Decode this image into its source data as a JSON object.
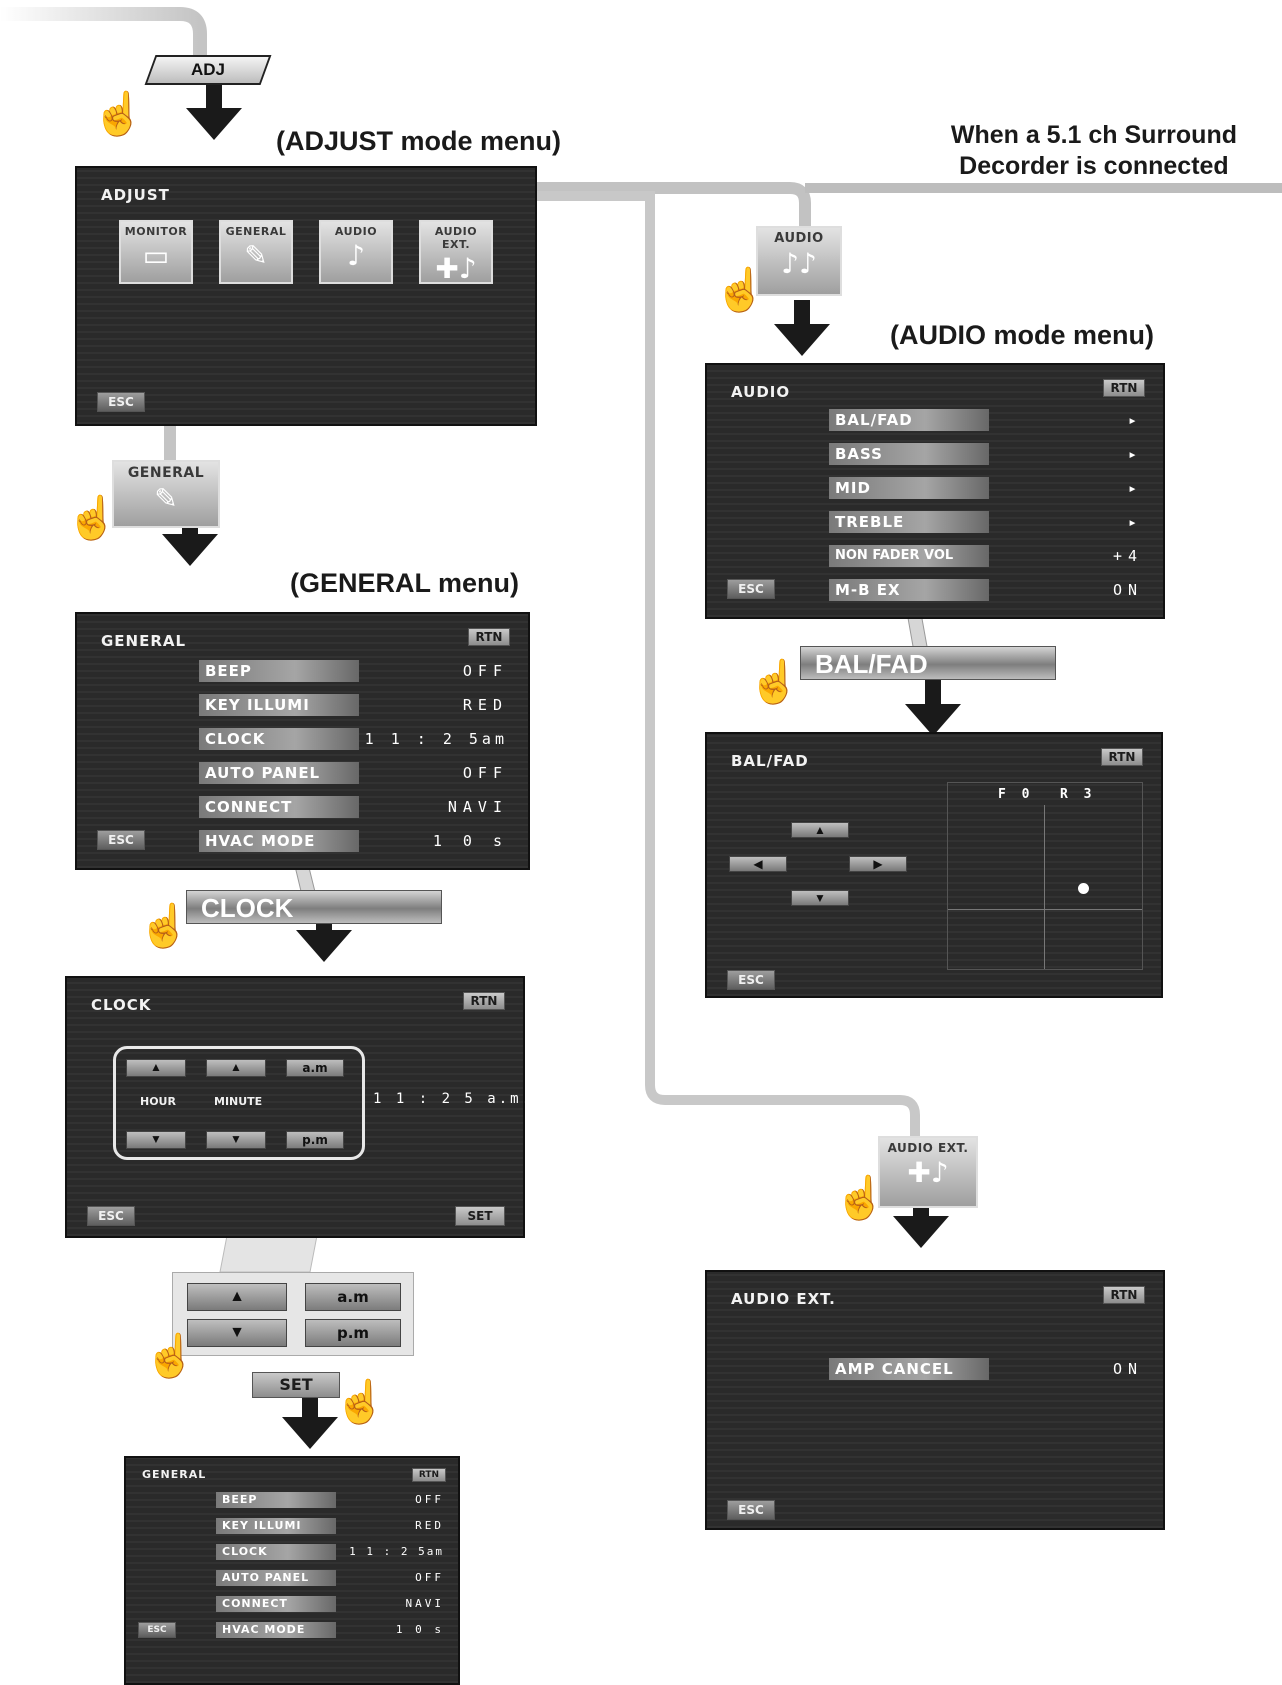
{
  "entry_button": "ADJ",
  "headings": {
    "adjust": "(ADJUST mode menu)",
    "general": "(GENERAL menu)",
    "audio": "(AUDIO mode menu)"
  },
  "surround_note": {
    "line1": "When a 5.1 ch Surround",
    "line2": "Decorder is connected"
  },
  "common": {
    "rtn": "RTN",
    "esc": "ESC",
    "set": "SET"
  },
  "adjust_screen": {
    "title": "ADJUST",
    "tiles": [
      "MONITOR",
      "GENERAL",
      "AUDIO",
      "AUDIO EXT."
    ]
  },
  "tile_callouts": {
    "general": "GENERAL",
    "audio": "AUDIO",
    "audio_ext": "AUDIO EXT."
  },
  "general_screen": {
    "title": "GENERAL",
    "items": [
      {
        "label": "BEEP",
        "value": "OFF"
      },
      {
        "label": "KEY ILLUMI",
        "value": "RED"
      },
      {
        "label": "CLOCK",
        "value": "1 1 : 2 5am"
      },
      {
        "label": "AUTO PANEL",
        "value": "OFF"
      },
      {
        "label": "CONNECT",
        "value": "NAVI"
      },
      {
        "label": "HVAC MODE",
        "value": "1 0 s"
      }
    ]
  },
  "clock_callout": "CLOCK",
  "clock_screen": {
    "title": "CLOCK",
    "hour_label": "HOUR",
    "minute_label": "MINUTE",
    "am_label": "a.m",
    "pm_label": "p.m",
    "time": "1 1 : 2 5 a.m."
  },
  "audio_screen": {
    "title": "AUDIO",
    "items": [
      {
        "label": "BAL/FAD",
        "value": "▸"
      },
      {
        "label": "BASS",
        "value": "▸"
      },
      {
        "label": "MID",
        "value": "▸"
      },
      {
        "label": "TREBLE",
        "value": "▸"
      },
      {
        "label": "NON FADER VOL",
        "value": "+4"
      },
      {
        "label": "M-B EX",
        "value": "ON"
      }
    ]
  },
  "balfad_callout": "BAL/FAD",
  "balfad_screen": {
    "title": "BAL/FAD",
    "fader": "F 0",
    "balance": "R 3"
  },
  "audio_ext_screen": {
    "title": "AUDIO EXT.",
    "item_label": "AMP CANCEL",
    "item_value": "ON"
  },
  "colors": {
    "screen_bg": "#2a2a2a",
    "connector": "#c8c8c8",
    "arrow": "#1a1a1a"
  }
}
